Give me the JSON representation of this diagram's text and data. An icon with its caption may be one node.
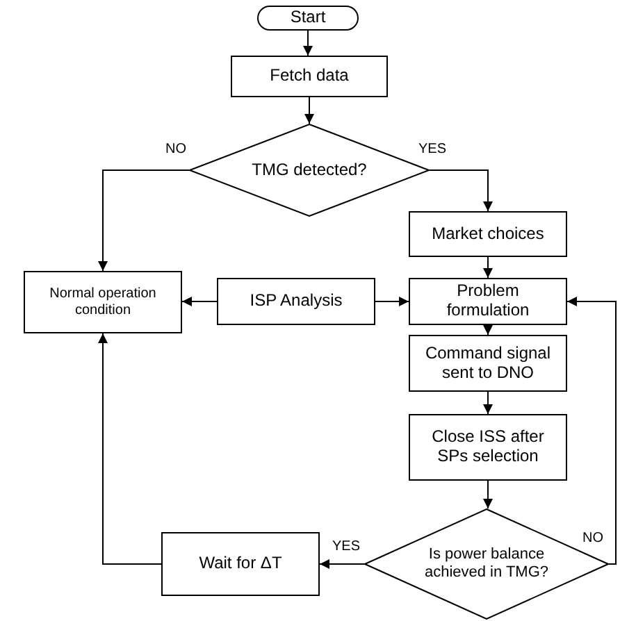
{
  "diagram": {
    "nodes": [
      {
        "text": [
          "Start"
        ]
      },
      {
        "text": [
          "Fetch data"
        ]
      },
      {
        "text": [
          "TMG detected?"
        ]
      },
      {
        "text": [
          "Market choices"
        ]
      },
      {
        "text": [
          "Normal operation condition"
        ]
      },
      {
        "text": [
          "ISP Analysis"
        ]
      },
      {
        "text": [
          "Problem formulation"
        ]
      },
      {
        "text": [
          "Command signal sent to DNO"
        ]
      },
      {
        "text": [
          "Close ISS after SPs selection"
        ]
      },
      {
        "text": [
          "Wait for ΔT"
        ]
      },
      {
        "text": [
          "Is power balance achieved in TMG?"
        ]
      }
    ],
    "edges": [
      {
        "from": 0,
        "to": 1,
        "arrow": "to"
      },
      {
        "from": 1,
        "to": 2,
        "arrow": "to"
      },
      {
        "from": 2,
        "to": 3,
        "arrow": "to",
        "label": "YES"
      },
      {
        "from": 2,
        "to": 4,
        "arrow": "to",
        "label": "NO"
      },
      {
        "from": 3,
        "to": 6,
        "arrow": "to"
      },
      {
        "from": 5,
        "to": 4,
        "arrow": "to"
      },
      {
        "from": 5,
        "to": 6,
        "arrow": "to"
      },
      {
        "from": 6,
        "to": 7,
        "arrow": "to"
      },
      {
        "from": 7,
        "to": 8,
        "arrow": "to"
      },
      {
        "from": 8,
        "to": 10,
        "arrow": "to"
      },
      {
        "from": 10,
        "to": 9,
        "arrow": "to",
        "label": "YES"
      },
      {
        "from": 9,
        "to": 4,
        "arrow": "to"
      },
      {
        "from": 10,
        "to": 6,
        "arrow": "to",
        "label": "NO"
      }
    ]
  }
}
